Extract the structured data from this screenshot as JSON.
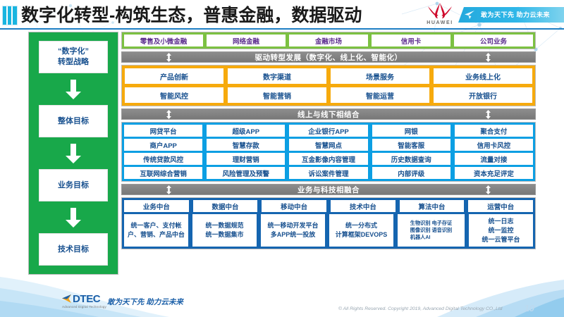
{
  "header": {
    "title": "数字化转型-构筑生态，普惠金融，数据驱动",
    "brand": "HUAWEI",
    "ribbon_text": "敢为天下先 助力云未来",
    "accent_color": "#19b5e0",
    "rule_color": "#1e7fc4"
  },
  "sidebar": {
    "background_color": "#18a84a",
    "items": [
      {
        "label": "“数字化”\n转型战略"
      },
      {
        "label": "整体目标"
      },
      {
        "label": "业务目标"
      },
      {
        "label": "技术目标"
      }
    ]
  },
  "business_band": {
    "color": "#7cc142",
    "items": [
      "零售及小微金融",
      "网络金融",
      "金融市场",
      "信用卡",
      "公司业务"
    ]
  },
  "dividers": {
    "drive": "驱动转型发展（数字化、线上化、智能化）",
    "online_offline": "线上与线下相结合",
    "fusion": "业务与科技相融合",
    "arrow_icon": "updown-arrow"
  },
  "orange_band": {
    "color": "#f6aa0d",
    "rows": [
      [
        "产品创新",
        "数字渠道",
        "场景服务",
        "业务线上化"
      ],
      [
        "智能风控",
        "智能营销",
        "智能运营",
        "开放银行"
      ]
    ]
  },
  "blue_band": {
    "color": "#0c9fe3",
    "rows": [
      [
        "网贷平台",
        "超级APP",
        "企业银行APP",
        "网银",
        "聚合支付"
      ],
      [
        "商户APP",
        "智慧存款",
        "智慧网点",
        "智能客服",
        "信用卡风控"
      ],
      [
        "传统贷款风控",
        "理财营销",
        "互金影像内容管理",
        "历史数据查询",
        "流量对接"
      ],
      [
        "互联网综合营销",
        "风险管理及预警",
        "诉讼案件管理",
        "内部评级",
        "资本充足评定"
      ]
    ]
  },
  "platform_band": {
    "color": "#1565b0",
    "headers": [
      "业务中台",
      "数据中台",
      "移动中台",
      "技术中台",
      "算法中台",
      "运营中台"
    ],
    "descriptions": [
      "统一客户、支付帐户、营销、产品中台",
      "统一数据规范\n统一数据集市",
      "统一移动开发平台\n多APP统一投放",
      "统一分布式\n计算框架DEVOPS",
      "生物识别 电子存证\n图像识别 语音识别\n机器人AI",
      "统一日志\n统一监控\n统一云管平台"
    ]
  },
  "footer": {
    "logo_text": "DTEC",
    "logo_sub": "Advanced Digital Technology",
    "slogan": "敢为天下先   助力云未来",
    "copyright": "© All Rights Reserved. Copyright 2019, Advanced Digital Technology CO.,Ltd",
    "page_number": "10"
  }
}
